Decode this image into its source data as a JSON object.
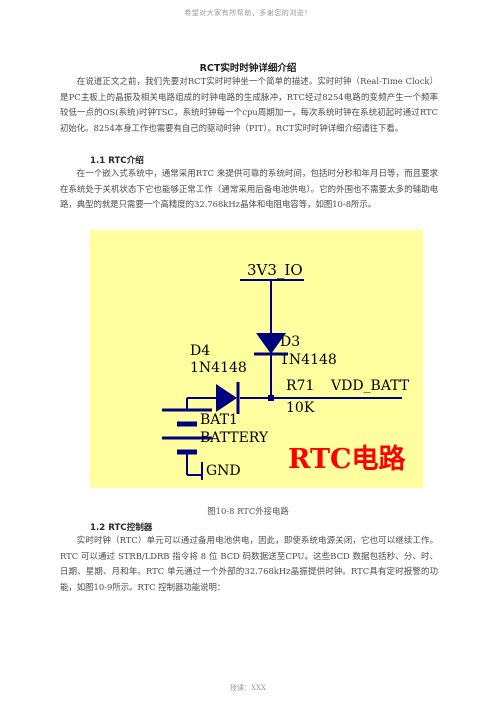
{
  "header_note": "希望对大家有所帮助，多谢您的浏览！",
  "footer_note": "授课：XXX",
  "title": "RCT实时时钟详细介绍",
  "intro": "在说道正文之前，我们先要对RCT实时时钟坐一个简单的描述。实时时钟（Real-Time Clock）是PC主板上的晶振及相关电路组成的时钟电路的生成脉冲，RTC经过8254电路的变频产生一个频率较低一点的OS(系统)时钟TSC，系统时钟每一个cpu周期加一，每次系统时钟在系统初起时通过RTC初始化。8254本身工作也需要有自己的驱动时钟（PIT）。RCT实时时钟详细介绍请往下看。",
  "section1": {
    "heading": "1.1 RTC介绍",
    "body": "在一个嵌入式系统中，通常采用RTC 来提供可靠的系统时间，包括时分秒和年月日等，而且要求在系统处于关机状态下它也能够正常工作（通常采用后备电池供电）。它的外围也不需要太多的辅助电路，典型的就是只需要一个高精度的32.768kHz晶体和电阻电容等，如图10-8所示。"
  },
  "figure": {
    "caption": "图10-8 RTC外接电路",
    "labels": {
      "supply": "3V3_IO",
      "d3_ref": "D3",
      "d3_part": "1N4148",
      "d4_ref": "D4",
      "d4_part": "1N4148",
      "r_ref": "R71",
      "r_value": "10K",
      "net_out": "VDD_BATT",
      "bat_ref": "BAT1",
      "bat_part": "BATTERY",
      "gnd": "GND",
      "overlay": "RTC电路"
    },
    "colors": {
      "background": "#ffffa0",
      "wire": "#000080",
      "text": "#000000",
      "overlay": "#ff0000"
    }
  },
  "section2": {
    "heading": "1.2 RTC控制器",
    "body": "实时时钟（RTC）单元可以通过备用电池供电，因此，即使系统电源关闭，它也可以继续工作。RTC 可以通过 STRB/LDRB 指令将 8 位 BCD 码数据送至CPU。这些BCD 数据包括秒、分、时、日期、星期、月和年。RTC 单元通过一个外部的32.768kHz晶振提供时钟。RTC具有定时报警的功能，如图10-9所示。RTC 控制器功能说明："
  }
}
